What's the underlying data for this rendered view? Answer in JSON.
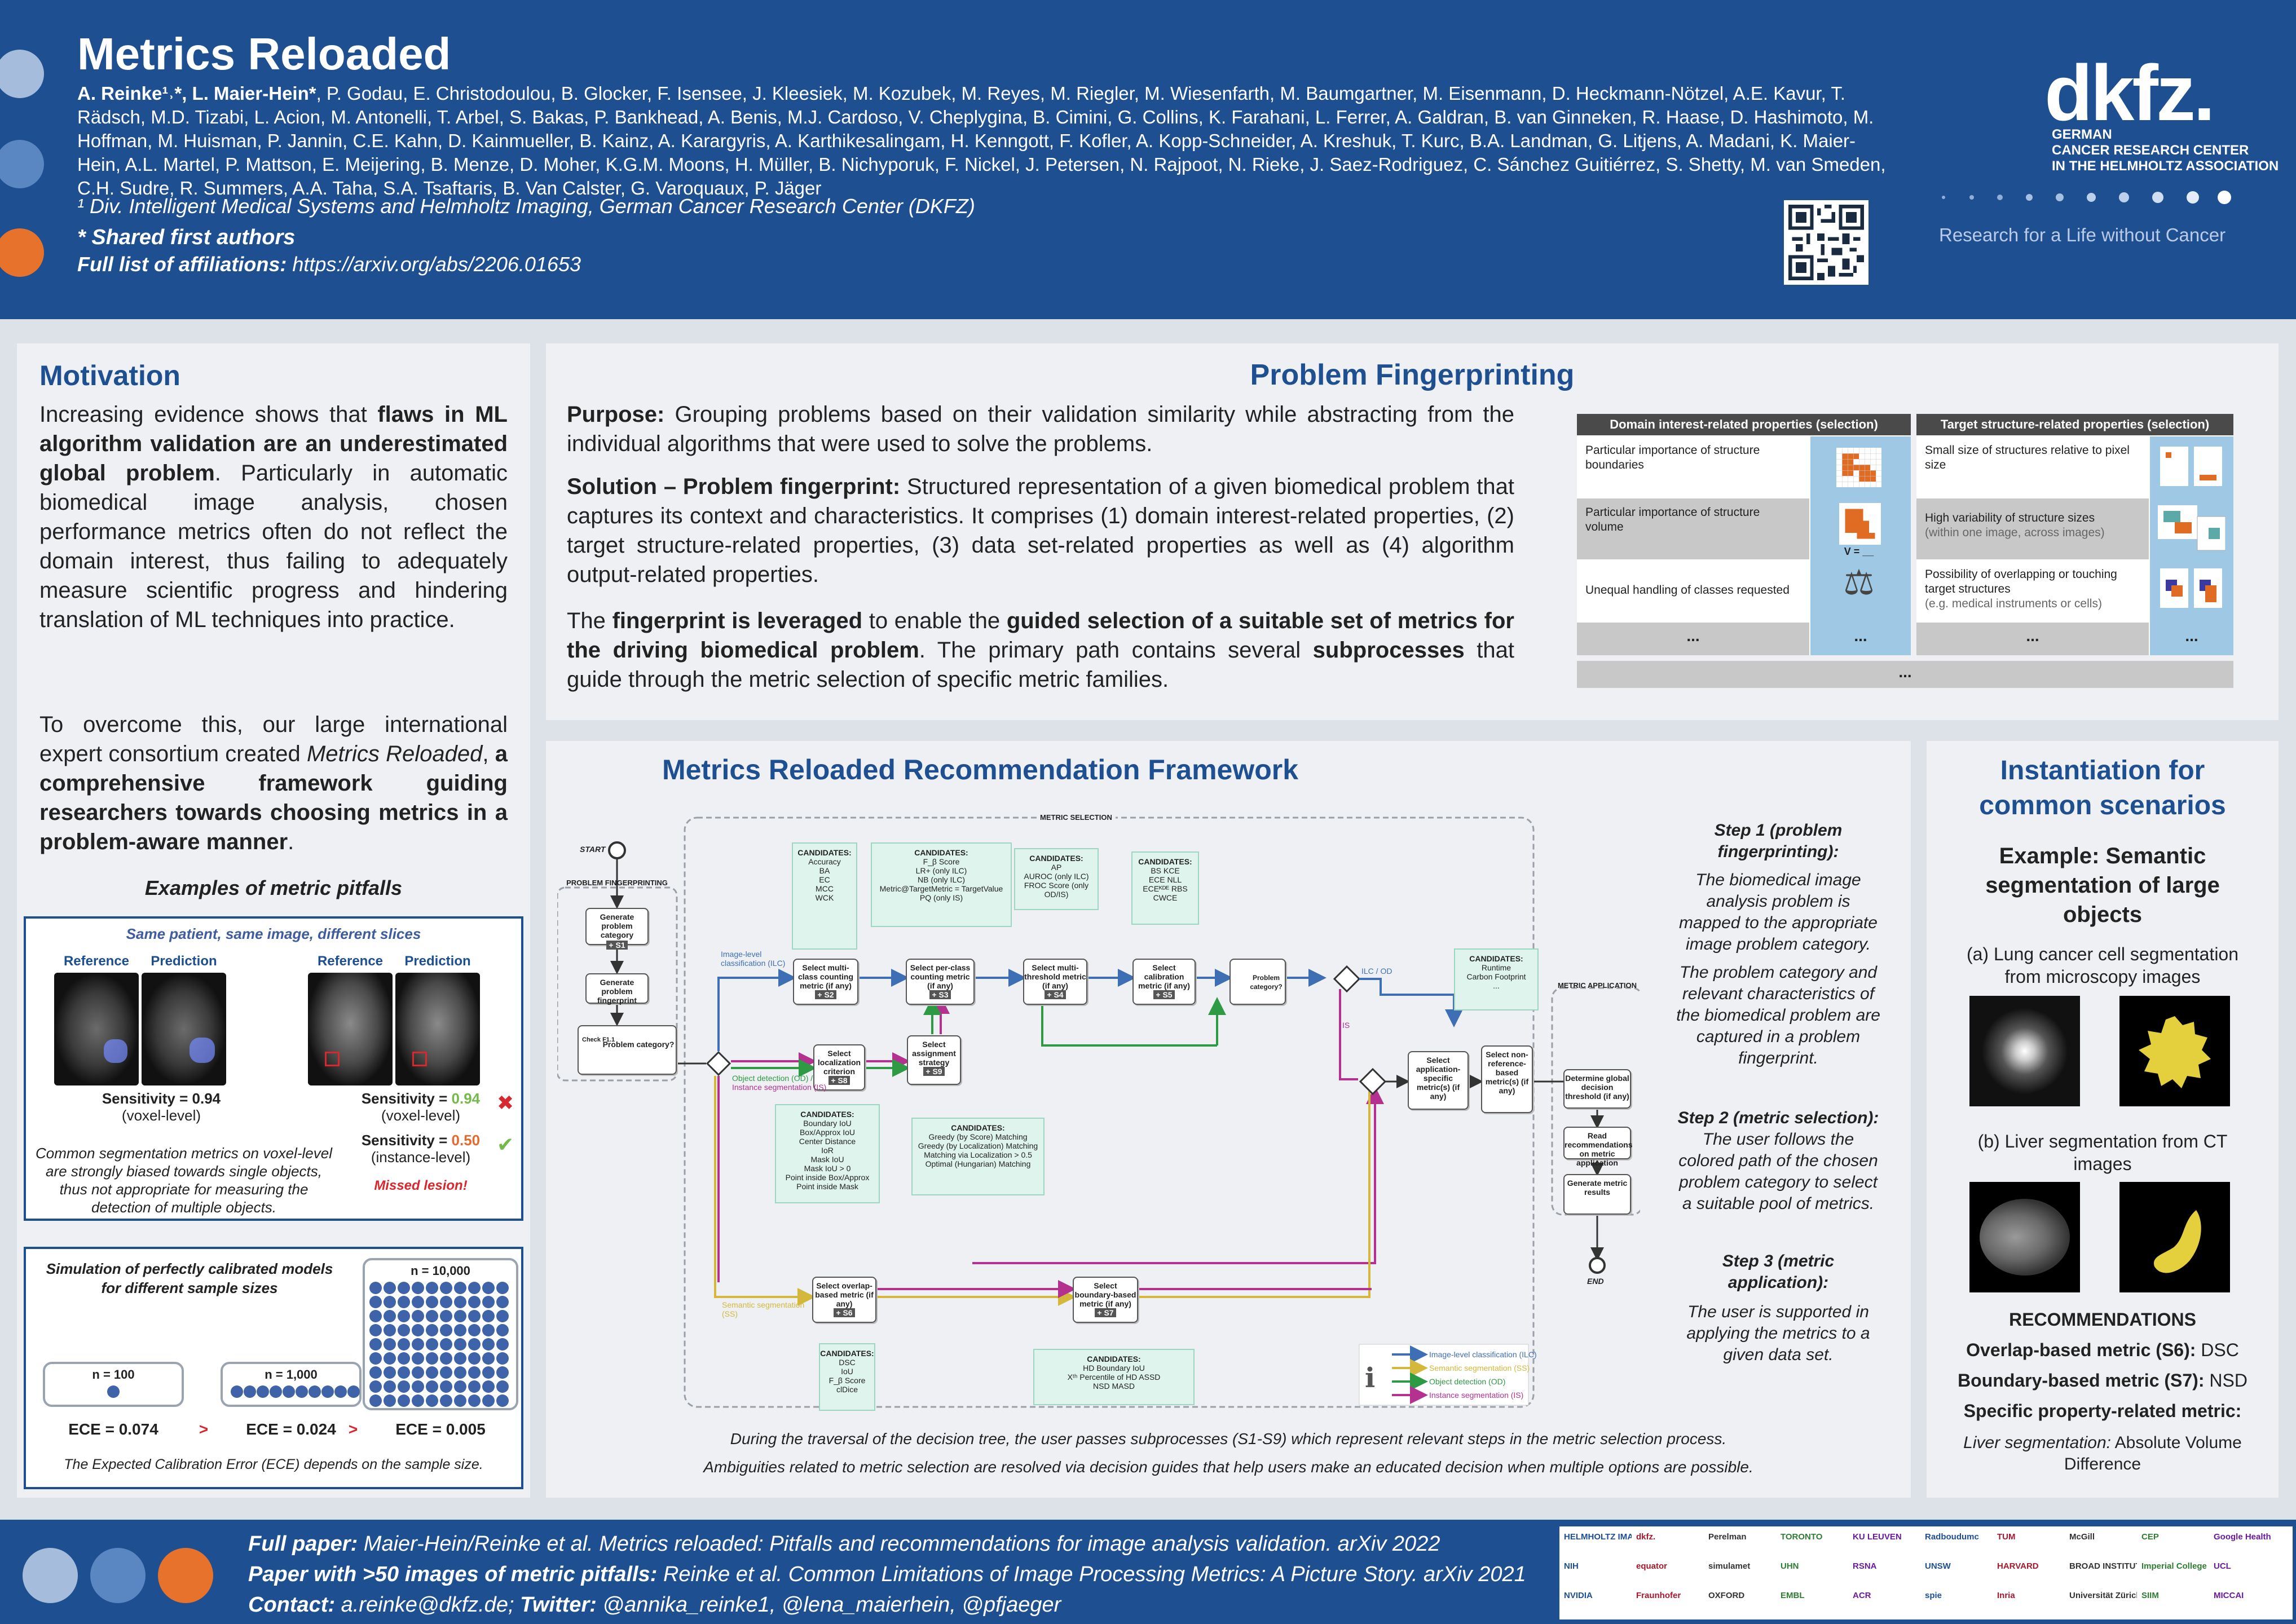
{
  "header": {
    "title": "Metrics Reloaded",
    "authors_lead": "A. Reinke¹˒*, L. Maier-Hein*",
    "authors_rest": ", P. Godau, E. Christodoulou, B. Glocker, F. Isensee, J. Kleesiek, M. Kozubek, M. Reyes, M. Riegler, M. Wiesenfarth, M. Baumgartner, M. Eisenmann, D. Heckmann-Nötzel, A.E. Kavur, T. Rädsch, M.D. Tizabi, L. Acion, M. Antonelli, T. Arbel, S. Bakas, P. Bankhead, A. Benis, M.J. Cardoso, V. Cheplygina, B. Cimini, G. Collins, K. Farahani, L. Ferrer, A. Galdran, B. van Ginneken, R. Haase, D. Hashimoto, M. Hoffman, M. Huisman, P. Jannin, C.E. Kahn, D. Kainmueller, B. Kainz, A. Karargyris, A. Karthikesalingam, H. Kenngott, F. Kofler, A. Kopp-Schneider, A. Kreshuk, T. Kurc, B.A. Landman, G. Litjens, A. Madani, K. Maier-Hein, A.L. Martel, P. Mattson, E. Meijering, B. Menze, D. Moher, K.G.M. Moons, H. Müller, B. Nichyporuk, F. Nickel, J. Petersen, N. Rajpoot, N. Rieke, J. Saez-Rodriguez, C. Sánchez Guitiérrez, S. Shetty, M. van Smeden, C.H. Sudre, R. Summers, A.A. Taha, S.A. Tsaftaris, B. Van Calster, G. Varoquaux, P. Jäger",
    "affiliation": "¹ Div. Intelligent Medical Systems and Helmholtz Imaging, German Cancer Research Center (DKFZ)",
    "shared": "* Shared first authors",
    "full_list_label": "Full list of affiliations:",
    "full_list_url": "https://arxiv.org/abs/2206.01653",
    "logo_text": "dkfz.",
    "logo_sub1": "GERMAN",
    "logo_sub2": "CANCER RESEARCH CENTER",
    "logo_sub3": "IN THE HELMHOLTZ ASSOCIATION",
    "tagline": "Research for a Life without Cancer"
  },
  "colors": {
    "brand_blue": "#1e4f91",
    "ilc": "#3e6fb5",
    "ss": "#d4b83c",
    "od": "#2e9a44",
    "is": "#b43190",
    "error_red": "#d7282f",
    "ok_green": "#74b94a"
  },
  "motivation": {
    "title": "Motivation",
    "p1_a": "Increasing evidence shows that ",
    "p1_b": "flaws in ML algorithm validation are an underestimated global problem",
    "p1_c": ". Particularly in automatic biomedical image analysis, chosen performance metrics often do not reflect the domain interest, thus failing to adequately measure scientific progress and hindering translation of ML techniques into practice.",
    "p2_a": "To overcome this, our large international expert consortium created ",
    "p2_b": "Metrics Reloaded",
    "p2_c": ", ",
    "p2_d": "a comprehensive framework guiding researchers towards choosing metrics in a problem-aware manner",
    "p2_e": ".",
    "pitfalls_title": "Examples of metric pitfalls",
    "pitfall1": {
      "subtitle": "Same patient, same image, different slices",
      "reference": "Reference",
      "prediction": "Prediction",
      "sens_left": "Sensitivity = 0.94",
      "voxel_left": "(voxel-level)",
      "sens_voxel_label": "Sensitivity = ",
      "sens_voxel_value": "0.94",
      "voxel_right": "(voxel-level)",
      "sens_inst_label": "Sensitivity = ",
      "sens_inst_value": "0.50",
      "instance": "(instance-level)",
      "missed": "Missed lesion!",
      "note": "Common segmentation metrics on voxel-level are strongly biased towards single objects, thus not appropriate for measuring the detection of multiple objects."
    },
    "pitfall2": {
      "title": "Simulation of perfectly calibrated models for different sample sizes",
      "n1": "n = 100",
      "n2": "n = 1,000",
      "n3": "n = 10,000",
      "ece1": "ECE = 0.074",
      "ece2": "ECE = 0.024",
      "ece3": "ECE = 0.005",
      "gt": ">",
      "note": "The Expected Calibration Error (ECE) depends on the sample size."
    }
  },
  "fingerprint": {
    "title": "Problem Fingerprinting",
    "purpose_label": "Purpose:",
    "purpose_text": " Grouping problems based on their validation similarity while abstracting from the individual algorithms that were used to solve the problems.",
    "solution_label": "Solution – Problem fingerprint:",
    "solution_text": " Structured representation of a given biomedical problem that captures its context and characteristics. It comprises (1) domain interest-related properties, (2) target structure-related properties, (3) data set-related properties as well as (4) algorithm output-related properties.",
    "lev_a": "The ",
    "lev_b": "fingerprint is leveraged",
    "lev_c": " to enable the ",
    "lev_d": "guided selection of a suitable set of metrics for the driving biomedical problem",
    "lev_e": ". The primary path contains several ",
    "lev_f": "subprocesses",
    "lev_g": " that guide through the metric selection of specific metric families.",
    "table_domain": {
      "header": "Domain interest-related properties (selection)",
      "rows": [
        "Particular importance of structure boundaries",
        "Particular importance of structure volume",
        "Unequal handling of classes requested"
      ],
      "volume_label": "V = __"
    },
    "table_target": {
      "header": "Target structure-related properties (selection)",
      "rows": [
        "Small size of structures relative to pixel size",
        "High variability of structure sizes",
        "Possibility of overlapping or touching target structures"
      ],
      "row2_sub": "(within one image, across images)",
      "row3_sub": "(e.g. medical instruments or cells)"
    },
    "ellipsis": "..."
  },
  "framework": {
    "title": "Metrics Reloaded Recommendation Framework",
    "metric_selection": "METRIC SELECTION",
    "start": "START",
    "end": "END",
    "pf_label": "PROBLEM FINGERPRINTING",
    "gen_cat": "Generate problem category",
    "gen_fp": "Generate problem fingerprint",
    "problem_cat": "Problem category?",
    "check": "Check F1.1",
    "s1": "S1",
    "s2_label": "Select multi-class counting metric (if any)",
    "s3_label": "Select per-class counting metric (if any)",
    "s4_label": "Select multi-threshold metric (if any)",
    "s5_label": "Select calibration metric (if any)",
    "s6_label": "Select overlap-based metric (if any)",
    "s7_label": "Select boundary-based metric (if any)",
    "s8_label": "Select localization criterion",
    "s9_label": "Select assignment strategy",
    "s2": "S2",
    "s3": "S3",
    "s4": "S4",
    "s5": "S5",
    "s6": "S6",
    "s7": "S7",
    "s8": "S8",
    "s9": "S9",
    "app_specific": "Select application-specific metric(s) (if any)",
    "non_ref": "Select non-reference-based metric(s) (if any)",
    "metric_application": "METRIC APPLICATION",
    "determine": "Determine global decision threshold (if any)",
    "read_rec": "Read recommendations on metric application",
    "gen_results": "Generate metric results",
    "candidates": "CANDIDATES:",
    "cand_s2": "Accuracy\nBA\nEC\nMCC\nWCK",
    "cand_s3": "F_β Score\nLR+ (only ILC)\nNB (only ILC)\nMetric@TargetMetric = TargetValue\nPQ (only IS)",
    "cand_s4": "AP\nAUROC (only ILC)\nFROC Score (only OD/IS)",
    "cand_s5": "BS   KCE\nECE   NLL\nECEᴷᴰᴱ   RBS\nCWCE",
    "cand_nonref": "Runtime\nCarbon Footprint\n...",
    "cand_s8": "Boundary IoU\nBox/Approx IoU\nCenter Distance\nIoR\nMask IoU\nMask IoU > 0\nPoint inside Box/Approx\nPoint inside Mask",
    "cand_s9": "Greedy (by Score) Matching\nGreedy (by Localization) Matching\nMatching via Localization > 0.5\nOptimal (Hungarian) Matching",
    "cand_s6": "DSC\nIoU\nF_β Score\nclDice",
    "cand_s7": "HD   Boundary IoU\nXᵗʰ Percentile of HD   ASSD\nNSD   MASD",
    "edge_ilc": "Image-level classification (ILC)",
    "edge_od": "Object detection (OD) /",
    "edge_is": "Instance segmentation (IS)",
    "edge_ss": "Semantic segmentation (SS)",
    "edge_ilc_od": "ILC / OD",
    "edge_is_short": "IS",
    "legend": [
      "Image-level classification (ILC)",
      "Semantic segmentation (SS)",
      "Object detection (OD)",
      "Instance segmentation (IS)"
    ],
    "step1_title": "Step 1 (problem fingerprinting):",
    "step1_text1": "The biomedical image analysis problem is mapped to the appropriate image problem category.",
    "step1_text2": "The problem category and relevant characteristics of the biomedical problem are captured in a problem fingerprint.",
    "step2_title": "Step 2 (metric selection):",
    "step2_text": "The user follows the colored path of the chosen problem category to select a suitable pool of metrics.",
    "step3_title": "Step 3 (metric application):",
    "step3_text": "The user is supported in applying the metrics to a given data set.",
    "caption1": "During the traversal of the decision tree, the user passes subprocesses (S1-S9) which represent relevant steps in the metric selection process.",
    "caption2": "Ambiguities related to metric selection are resolved via decision guides that help users make an educated decision when multiple options are possible."
  },
  "instantiation": {
    "title": "Instantiation for common scenarios",
    "example": "Example: Semantic segmentation of large objects",
    "a_label": "(a) Lung cancer cell segmentation from microscopy images",
    "b_label": "(b) Liver segmentation from CT images",
    "rec_title": "RECOMMENDATIONS",
    "rec1_label": "Overlap-based metric (S6):",
    "rec1_value": " DSC",
    "rec2_label": "Boundary-based metric (S7):",
    "rec2_value": " NSD",
    "rec3_label": "Specific property-related metric:",
    "rec4_label": "Liver segmentation:",
    "rec4_value": " Absolute Volume Difference"
  },
  "footer": {
    "paper_label": "Full paper:",
    "paper_text": " Maier-Hein/Reinke et al. Metrics reloaded: Pitfalls and recommendations for image analysis validation. arXiv 2022",
    "pics_label": "Paper with >50 images of metric pitfalls:",
    "pics_text": " Reinke et al. Common Limitations of Image Processing Metrics: A Picture Story. arXiv 2021",
    "contact_label": "Contact:",
    "contact_text": " a.reinke@dkfz.de; ",
    "twitter_label": "Twitter:",
    "twitter_text": " @annika_reinke1, @lena_maierhein, @pfjaeger",
    "partners": [
      "HELMHOLTZ IMAGING",
      "dkfz.",
      "Perelman",
      "TORONTO",
      "KU LEUVEN",
      "Radboudumc",
      "TUM",
      "McGill",
      "CEP",
      "Google Health",
      "NIH",
      "equator",
      "simulamet",
      "UHN",
      "RSNA",
      "UNSW",
      "HARVARD",
      "BROAD INSTITUTE",
      "Imperial College London",
      "UCL",
      "NVIDIA",
      "Fraunhofer",
      "OXFORD",
      "EMBL",
      "ACR",
      "spie",
      "Inria",
      "Universität Zürich",
      "SIIM",
      "MICCAI"
    ]
  }
}
